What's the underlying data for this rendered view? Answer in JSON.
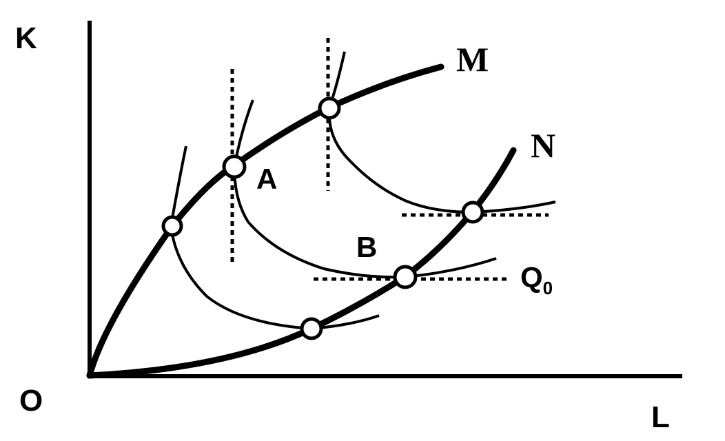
{
  "axes": {
    "y_label": "K",
    "x_label": "L",
    "origin_label": "O"
  },
  "ridge_lines": {
    "upper": "M",
    "lower": "N"
  },
  "points": {
    "a": "A",
    "b": "B"
  },
  "isoquant": {
    "name": "Q",
    "subscript": "0"
  },
  "colors": {
    "ink": "#000000",
    "background": "#ffffff"
  }
}
